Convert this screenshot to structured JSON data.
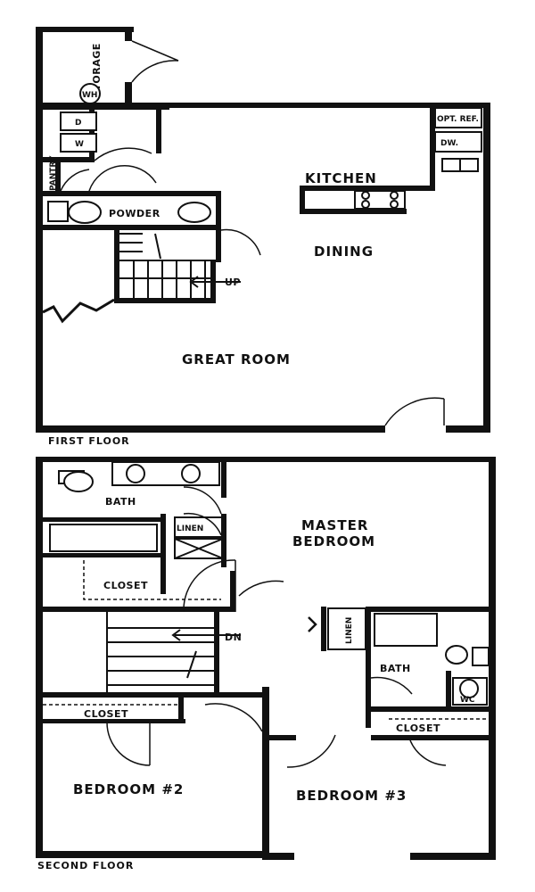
{
  "first_floor": {
    "caption": "FIRST FLOOR",
    "rooms": {
      "storage": "STORAGE",
      "water_heater": "WH",
      "dryer": "D",
      "washer": "W",
      "pantry": "PANTRY",
      "powder": "POWDER",
      "kitchen": "KITCHEN",
      "dining": "DINING",
      "great_room": "GREAT ROOM",
      "refrigerator": "OPT. REF.",
      "dishwasher": "DW.",
      "stairs_up": "UP"
    }
  },
  "second_floor": {
    "caption": "SECOND FLOOR",
    "rooms": {
      "bath_1": "BATH",
      "linen_1": "LINEN",
      "closet_1": "CLOSET",
      "master_bedroom_line1": "MASTER",
      "master_bedroom_line2": "BEDROOM",
      "stairs_down": "DN",
      "linen_2": "LINEN",
      "bath_2": "BATH",
      "washer_dryer": "WC",
      "closet_2": "CLOSET",
      "closet_3": "CLOSET",
      "bedroom_2": "BEDROOM #2",
      "bedroom_3": "BEDROOM #3"
    }
  }
}
